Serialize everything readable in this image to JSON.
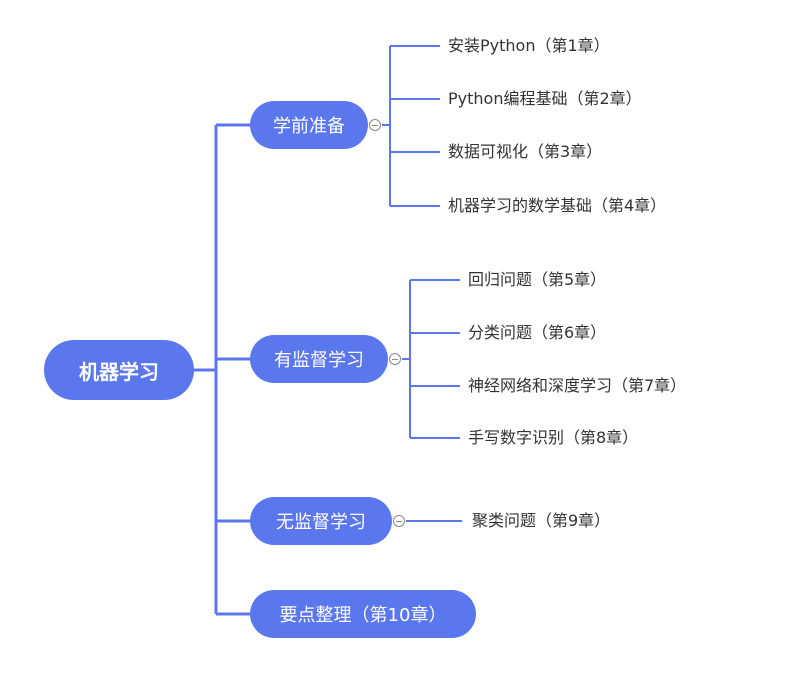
{
  "root": {
    "label": "机器学习"
  },
  "branches": [
    {
      "label": "学前准备",
      "children": [
        "安装Python（第1章）",
        "Python编程基础（第2章）",
        "数据可视化（第3章）",
        "机器学习的数学基础（第4章）"
      ]
    },
    {
      "label": "有监督学习",
      "children": [
        "回归问题（第5章）",
        "分类问题（第6章）",
        "神经网络和深度学习（第7章）",
        "手写数字识别（第8章）"
      ]
    },
    {
      "label": "无监督学习",
      "children": [
        "聚类问题（第9章）"
      ]
    },
    {
      "label": "要点整理（第10章）",
      "children": []
    }
  ],
  "colors": {
    "node": "#5b77ee",
    "line": "#5b77ee",
    "text": "#333333",
    "background": "#ffffff"
  }
}
